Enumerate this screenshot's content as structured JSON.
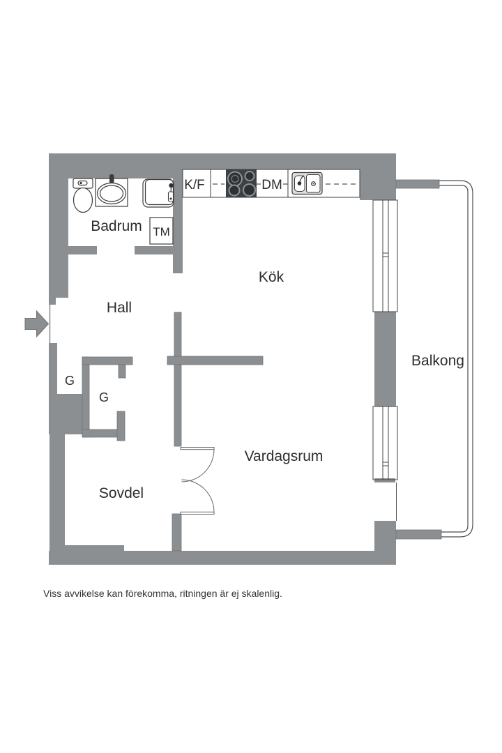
{
  "floorplan": {
    "rooms": {
      "badrum": "Badrum",
      "hall": "Hall",
      "kok": "Kök",
      "vardagsrum": "Vardagsrum",
      "sovdel": "Sovdel",
      "balkong": "Balkong"
    },
    "appliances": {
      "kf": "K/F",
      "dm": "DM",
      "tm": "TM"
    },
    "closets": {
      "g1": "G",
      "g2": "G"
    },
    "disclaimer": "Viss avvikelse kan förekomma, ritningen är ej skalenlig.",
    "icons": {
      "entrance": "entrance-arrow-icon",
      "toilet": "toilet-icon",
      "washbasin": "washbasin-icon",
      "shower": "shower-icon",
      "stove": "stove-icon",
      "kitchen_sink": "kitchen-sink-icon",
      "double_door": "double-door-icon",
      "windows": "window-icon",
      "railing": "balcony-railing-icon"
    },
    "colors": {
      "wall": "#8B8F92",
      "stove": "#3E4144",
      "line": "#3C3C3C",
      "text": "#2D2D2D",
      "dash": "#555555"
    }
  }
}
